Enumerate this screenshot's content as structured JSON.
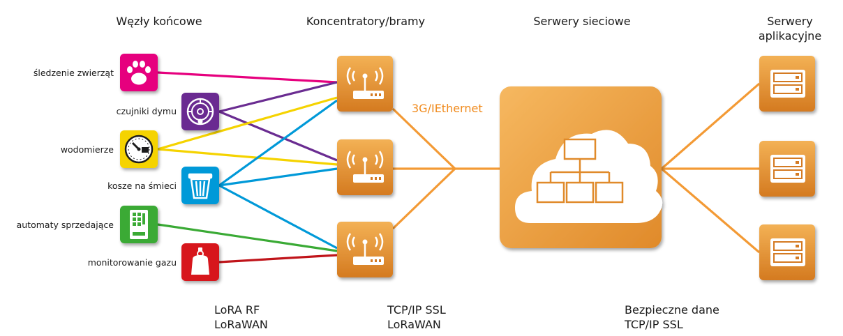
{
  "headers": {
    "end_nodes": "Węzły końcowe",
    "gateways": "Koncentratory/bramy",
    "network_servers": "Serwery sieciowe",
    "app_servers_line1": "Serwery",
    "app_servers_line2": "aplikacyjne"
  },
  "end_nodes": [
    {
      "label": "śledzenie zwierząt",
      "icon": "paw-icon",
      "color": "#e6007e"
    },
    {
      "label": "czujniki dymu",
      "icon": "smoke-detector-icon",
      "color": "#6a2c91"
    },
    {
      "label": "wodomierze",
      "icon": "water-meter-icon",
      "color": "#f5d300"
    },
    {
      "label": "kosze na śmieci",
      "icon": "trash-bin-icon",
      "color": "#0099d8"
    },
    {
      "label": "automaty sprzedające",
      "icon": "vending-machine-icon",
      "color": "#3aaa35"
    },
    {
      "label": "monitorowanie gazu",
      "icon": "gas-cylinder-icon",
      "color": "#d7141a"
    }
  ],
  "link_label": "3G/IEthernet",
  "footer": {
    "lora_line1": "LoRA RF",
    "lora_line2": "LoRaWAN",
    "tcp_line1": "TCP/IP SSL",
    "tcp_line2": "LoRaWAN",
    "secure_line1": "Bezpieczne dane",
    "secure_line2": "TCP/IP SSL"
  },
  "colors": {
    "orange": "#f0a040",
    "orange_dark": "#d07a1e",
    "line_orange": "#f39a35",
    "label_orange": "#f08a1c"
  }
}
